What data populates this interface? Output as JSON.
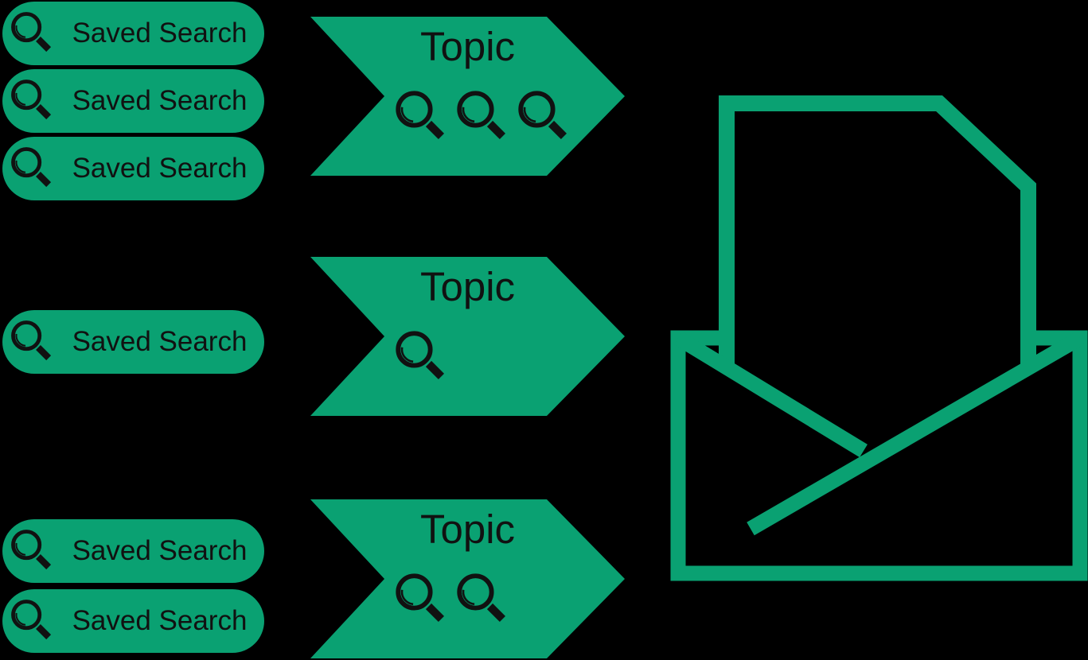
{
  "background_color": "#000000",
  "colors": {
    "brand_green": "#0aa172",
    "icon_black": "#111111"
  },
  "groups": [
    {
      "saved_searches": [
        {
          "label": "Saved Search"
        },
        {
          "label": "Saved Search"
        },
        {
          "label": "Saved Search"
        }
      ],
      "topic": {
        "label": "Topic",
        "magnifier_count": 3
      }
    },
    {
      "saved_searches": [
        {
          "label": "Saved Search"
        }
      ],
      "topic": {
        "label": "Topic",
        "magnifier_count": 1
      }
    },
    {
      "saved_searches": [
        {
          "label": "Saved Search"
        },
        {
          "label": "Saved Search"
        }
      ],
      "topic": {
        "label": "Topic",
        "magnifier_count": 2
      }
    }
  ],
  "icons": {
    "pill_icon": "search-icon",
    "topic_icons": "search-icon",
    "output_icon": "open-envelope-receiving-document-icon"
  }
}
